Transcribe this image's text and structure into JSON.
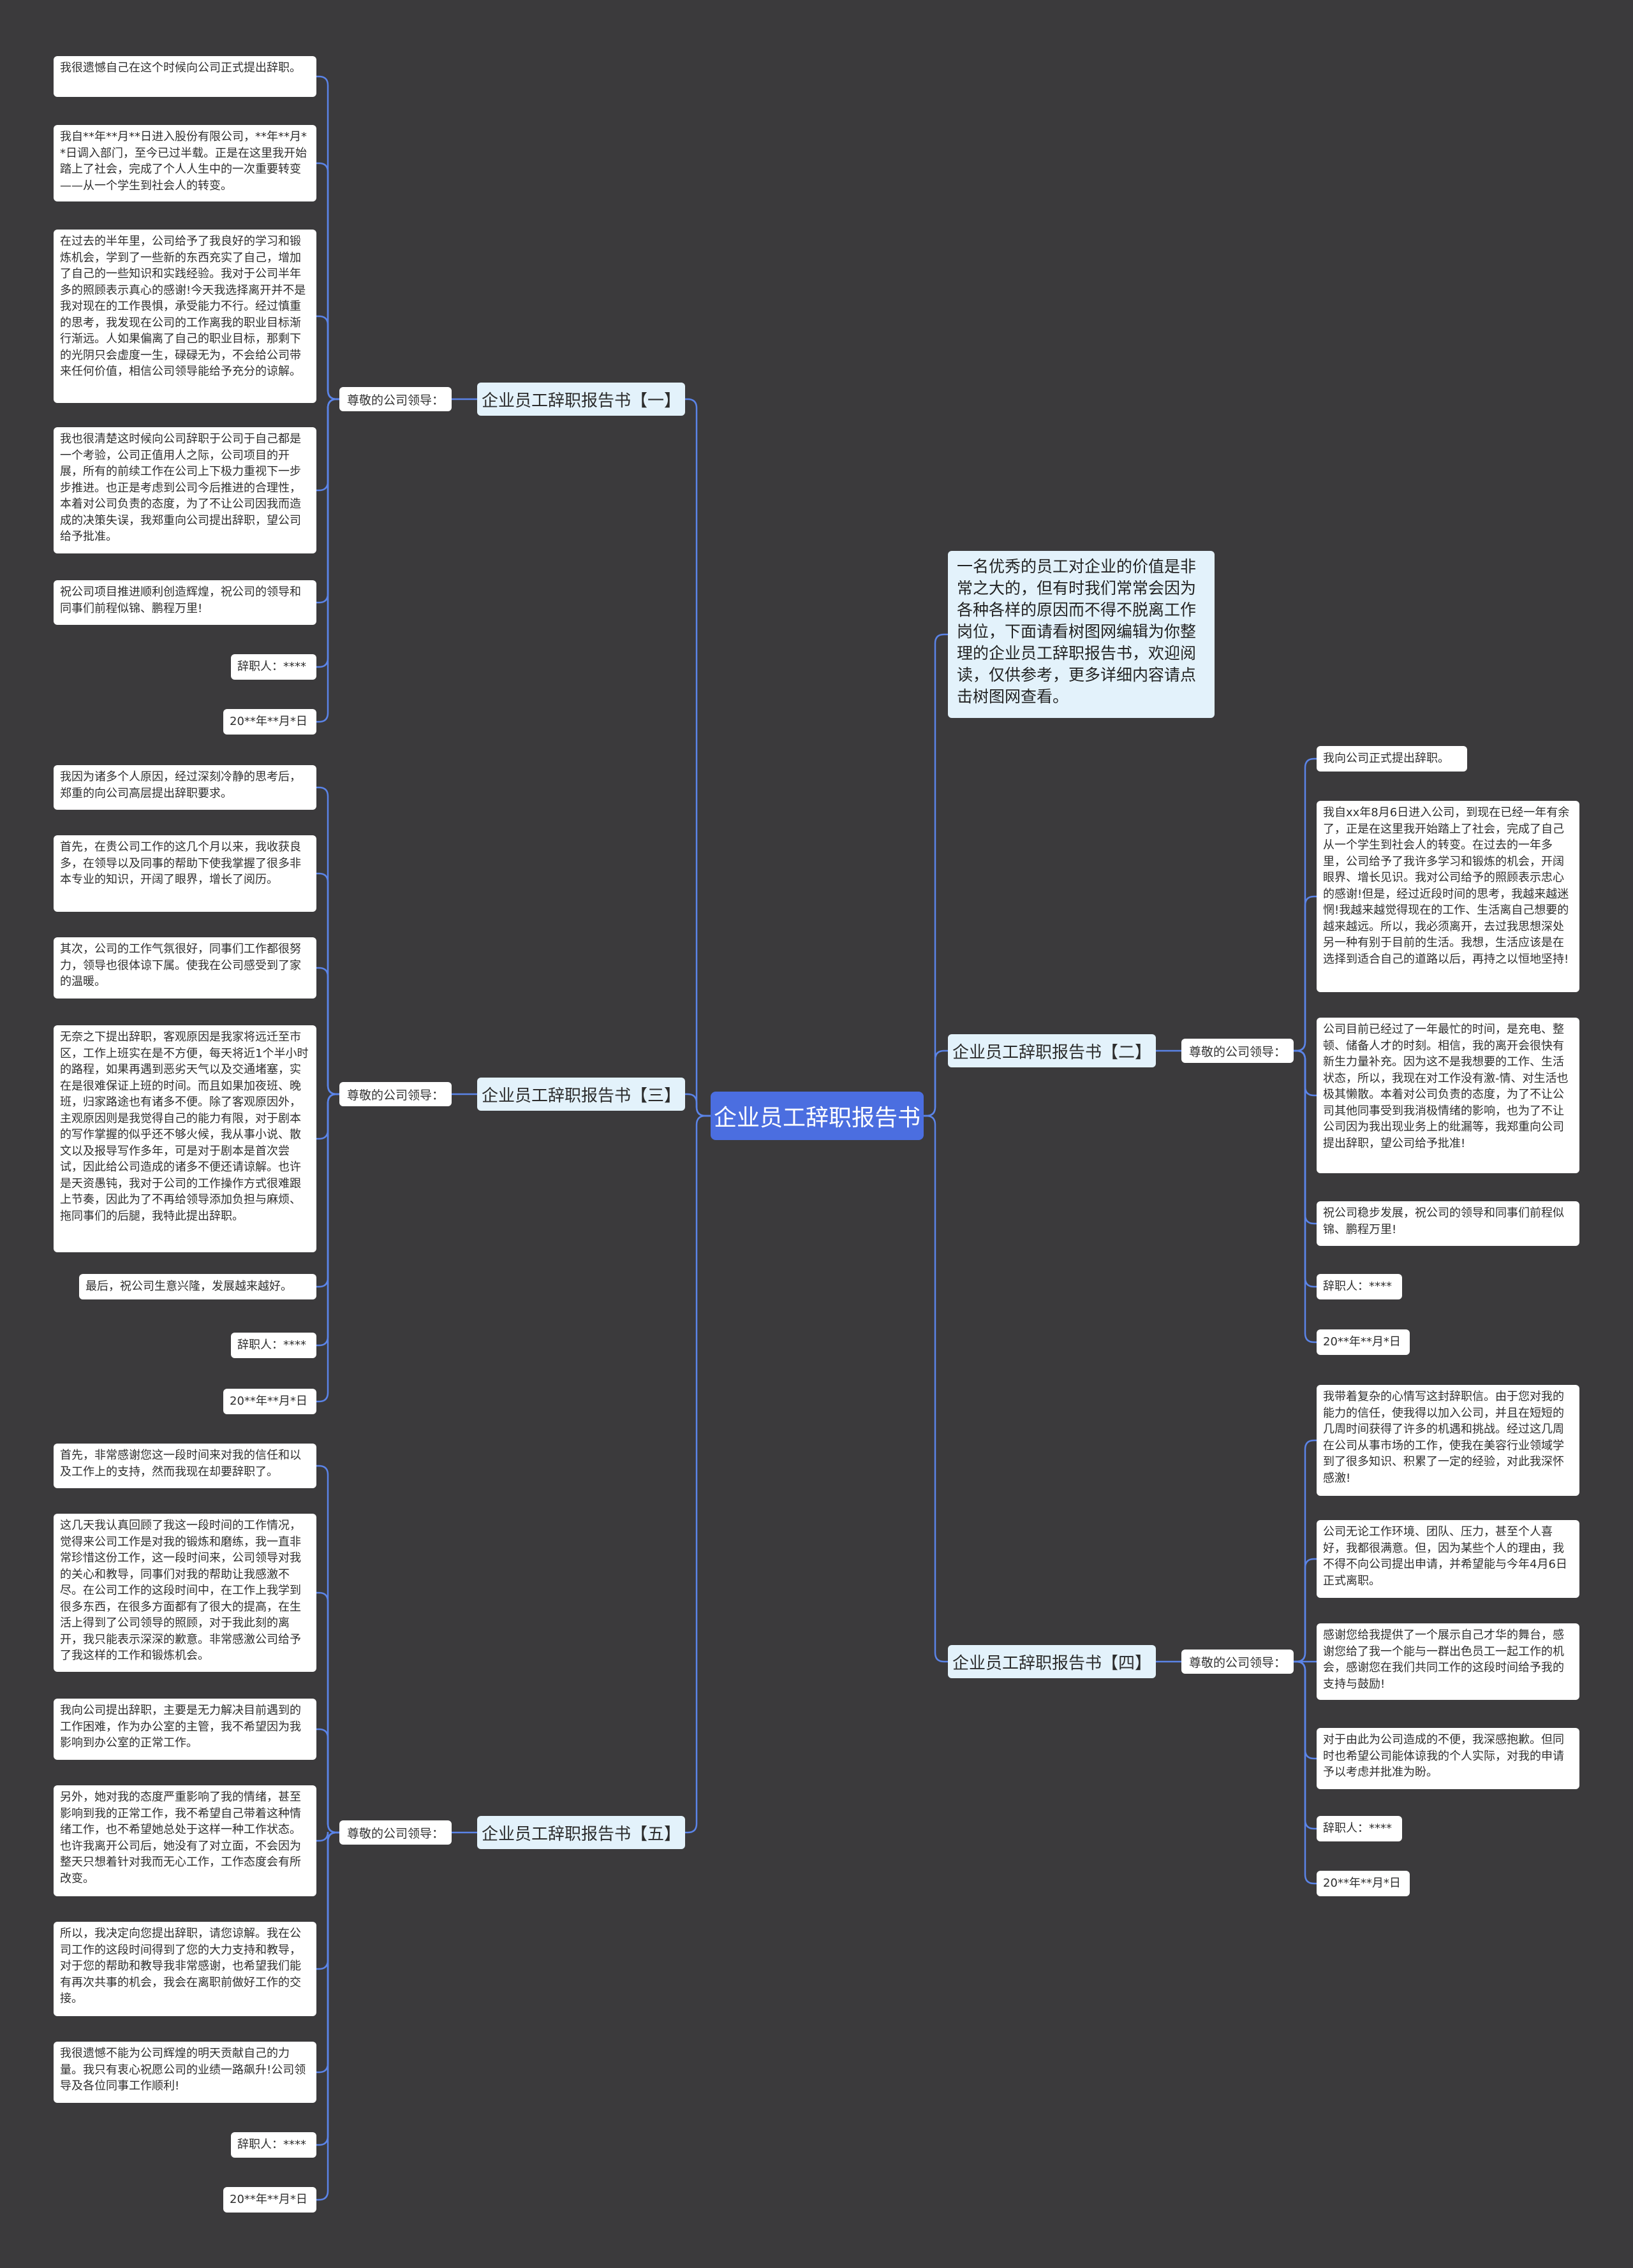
{
  "root": "企业员工辞职报告书",
  "intro": "一名优秀的员工对企业的价值是非常之大的，但有时我们常常会因为各种各样的原因而不得不脱离工作岗位，下面请看树图网编辑为你整理的企业员工辞职报告书，欢迎阅读，仅供参考，更多详细内容请点击树图网查看。",
  "branches": [
    {
      "title": "企业员工辞职报告书【一】",
      "greeting": "尊敬的公司领导：",
      "leaves": [
        "我很遗憾自己在这个时候向公司正式提出辞职。",
        "我自**年**月**日进入股份有限公司，**年**月**日调入部门，至今已过半载。正是在这里我开始踏上了社会，完成了个人人生中的一次重要转变——从一个学生到社会人的转变。",
        "在过去的半年里，公司给予了我良好的学习和锻炼机会，学到了一些新的东西充实了自己，增加了自己的一些知识和实践经验。我对于公司半年多的照顾表示真心的感谢!今天我选择离开并不是我对现在的工作畏惧，承受能力不行。经过慎重的思考，我发现在公司的工作离我的职业目标渐行渐远。人如果偏离了自己的职业目标，那剩下的光阴只会虚度一生，碌碌无为，不会给公司带来任何价值，相信公司领导能给予充分的谅解。",
        "我也很清楚这时候向公司辞职于公司于自己都是一个考验，公司正值用人之际，公司项目的开展，所有的前续工作在公司上下极力重视下一步步推进。也正是考虑到公司今后推进的合理性，本着对公司负责的态度，为了不让公司因我而造成的决策失误，我郑重向公司提出辞职，望公司给予批准。",
        "祝公司项目推进顺利创造辉煌，祝公司的领导和同事们前程似锦、鹏程万里!",
        "辞职人：****",
        "20**年**月*日"
      ]
    },
    {
      "title": "企业员工辞职报告书【三】",
      "greeting": "尊敬的公司领导：",
      "leaves": [
        "我因为诸多个人原因，经过深刻冷静的思考后，郑重的向公司高层提出辞职要求。",
        "首先，在贵公司工作的这几个月以来，我收获良多，在领导以及同事的帮助下使我掌握了很多非本专业的知识，开阔了眼界，增长了阅历。",
        "其次，公司的工作气氛很好，同事们工作都很努力，领导也很体谅下属。使我在公司感受到了家的温暖。",
        "无奈之下提出辞职，客观原因是我家将远迁至市区，工作上班实在是不方便，每天将近1个半小时的路程，如果再遇到恶劣天气以及交通堵塞，实在是很难保证上班的时间。而且如果加夜班、晚班，归家路途也有诸多不便。除了客观原因外，主观原因则是我觉得自己的能力有限，对于剧本的写作掌握的似乎还不够火候，我从事小说、散文以及报导写作多年，可是对于剧本是首次尝试，因此给公司造成的诸多不便还请谅解。也许是天资愚钝，我对于公司的工作操作方式很难跟上节奏，因此为了不再给领导添加负担与麻烦、拖同事们的后腿，我特此提出辞职。",
        "最后，祝公司生意兴隆，发展越来越好。",
        "辞职人：****",
        "20**年**月*日"
      ]
    },
    {
      "title": "企业员工辞职报告书【五】",
      "greeting": "尊敬的公司领导：",
      "leaves": [
        "首先，非常感谢您这一段时间来对我的信任和以及工作上的支持，然而我现在却要辞职了。",
        "这几天我认真回顾了我这一段时间的工作情况，觉得来公司工作是对我的锻炼和磨练，我一直非常珍惜这份工作，这一段时间来，公司领导对我的关心和教导，同事们对我的帮助让我感激不尽。在公司工作的这段时间中，在工作上我学到很多东西，在很多方面都有了很大的提高，在生活上得到了公司领导的照顾，对于我此刻的离开，我只能表示深深的歉意。非常感激公司给予了我这样的工作和锻炼机会。",
        "我向公司提出辞职，主要是无力解决目前遇到的工作困难，作为办公室的主管，我不希望因为我影响到办公室的正常工作。",
        "另外，她对我的态度严重影响了我的情绪，甚至影响到我的正常工作，我不希望自己带着这种情绪工作，也不希望她总处于这样一种工作状态。也许我离开公司后，她没有了对立面，不会因为整天只想着针对我而无心工作，工作态度会有所改变。",
        "所以，我决定向您提出辞职，请您谅解。我在公司工作的这段时间得到了您的大力支持和教导，对于您的帮助和教导我非常感谢，也希望我们能有再次共事的机会，我会在离职前做好工作的交接。",
        "我很遗憾不能为公司辉煌的明天贡献自己的力量。我只有衷心祝愿公司的业绩一路飙升!公司领导及各位同事工作顺利!",
        "辞职人：****",
        "20**年**月*日"
      ]
    },
    {
      "title": "企业员工辞职报告书【二】",
      "greeting": "尊敬的公司领导：",
      "leaves": [
        "我向公司正式提出辞职。",
        "我自xx年8月6日进入公司，到现在已经一年有余了，正是在这里我开始踏上了社会，完成了自己从一个学生到社会人的转变。在过去的一年多里，公司给予了我许多学习和锻炼的机会，开阔眼界、增长见识。我对公司给予的照顾表示忠心的感谢!但是，经过近段时间的思考，我越来越迷惘!我越来越觉得现在的工作、生活离自己想要的越来越远。所以，我必须离开，去过我思想深处另一种有别于目前的生活。我想，生活应该是在选择到适合自己的道路以后，再持之以恒地坚持!",
        "公司目前已经过了一年最忙的时间，是充电、整顿、储备人才的时刻。相信，我的离开会很快有新生力量补充。因为这不是我想要的工作、生活状态，所以，我现在对工作没有激-情、对生活也极其懒散。本着对公司负责的态度，为了不让公司其他同事受到我消极情绪的影响，也为了不让公司因为我出现业务上的纰漏等，我郑重向公司提出辞职，望公司给予批准!",
        "祝公司稳步发展，祝公司的领导和同事们前程似锦、鹏程万里!",
        "辞职人：****",
        "20**年**月*日"
      ]
    },
    {
      "title": "企业员工辞职报告书【四】",
      "greeting": "尊敬的公司领导：",
      "leaves": [
        "我带着复杂的心情写这封辞职信。由于您对我的能力的信任，使我得以加入公司，并且在短短的几周时间获得了许多的机遇和挑战。经过这几周在公司从事市场的工作，使我在美容行业领域学到了很多知识、积累了一定的经验，对此我深怀感激!",
        "公司无论工作环境、团队、压力，甚至个人喜好，我都很满意。但，因为某些个人的理由，我不得不向公司提出申请，并希望能与今年4月6日正式离职。",
        "感谢您给我提供了一个展示自己才华的舞台，感谢您给了我一个能与一群出色员工一起工作的机会，感谢您在我们共同工作的这段时间给予我的支持与鼓励!",
        "对于由此为公司造成的不便，我深感抱歉。但同时也希望公司能体谅我的个人实际，对我的申请予以考虑并批准为盼。",
        "辞职人：****",
        "20**年**月*日"
      ]
    }
  ],
  "colors": {
    "background": "#3b3a3c",
    "root": "#4b6ee0",
    "branch": "#e3f2fb",
    "line": "#5b84e8"
  }
}
